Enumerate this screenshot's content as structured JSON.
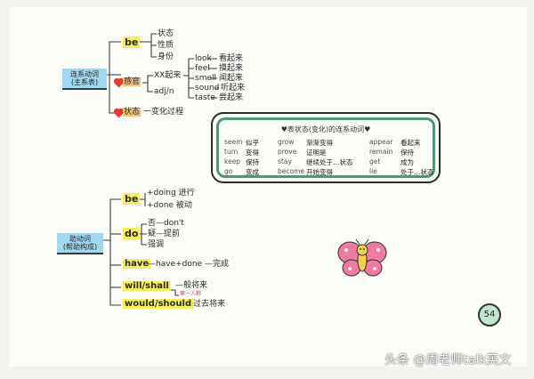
{
  "top": {
    "root_label": "连系动词\n(主系表)",
    "be": {
      "label": "be",
      "items": [
        "状态",
        "性质",
        "身份"
      ]
    },
    "feel": {
      "label": "感官",
      "xx": "XX起来",
      "adj": "adj/n",
      "verbs": [
        {
          "en": "look",
          "cn": "看起来"
        },
        {
          "en": "feel",
          "cn": "摸起来"
        },
        {
          "en": "smell",
          "cn": "闻起来"
        },
        {
          "en": "sound",
          "cn": "听起来"
        },
        {
          "en": "taste",
          "cn": "尝起来"
        }
      ]
    },
    "state": {
      "label": "状态",
      "desc": "一变化过程"
    }
  },
  "box": {
    "title": "♥表状态(变化)的连系动词♥",
    "rows": [
      [
        {
          "en": "seem",
          "cn": "似乎"
        },
        {
          "en": "grow",
          "cn": "渐渐变得"
        },
        {
          "en": "appear",
          "cn": "看起来"
        }
      ],
      [
        {
          "en": "turn",
          "cn": "变得"
        },
        {
          "en": "prove",
          "cn": "证明是"
        },
        {
          "en": "remain",
          "cn": "保持"
        }
      ],
      [
        {
          "en": "keep",
          "cn": "保持"
        },
        {
          "en": "stay",
          "cn": "继续处于…状态"
        },
        {
          "en": "get",
          "cn": "成为"
        }
      ],
      [
        {
          "en": "go",
          "cn": "变成"
        },
        {
          "en": "become",
          "cn": "开始变得"
        },
        {
          "en": "lie",
          "cn": "处于…状态"
        }
      ]
    ]
  },
  "bottom": {
    "root_label": "助动词\n(帮助构成)",
    "be": {
      "label": "be",
      "items": [
        "+doing 进行",
        "+done 被动"
      ]
    },
    "do": {
      "label": "do",
      "items": [
        "否—don't",
        "疑—提前",
        "强调"
      ]
    },
    "have": {
      "label": "have",
      "desc": "—have+done —完成"
    },
    "will": {
      "label": "will/shall",
      "desc": "—般将来",
      "note": "第一人称"
    },
    "would": {
      "label": "would/should",
      "desc": "过去将来"
    }
  },
  "page_number": "54",
  "watermark": "头条 @周老师talk英文",
  "colors": {
    "highlight": "#f4ef5a",
    "root_fill": "#9fd8ef",
    "box_border": "#4b9a73",
    "heart": "#e23c2f"
  }
}
